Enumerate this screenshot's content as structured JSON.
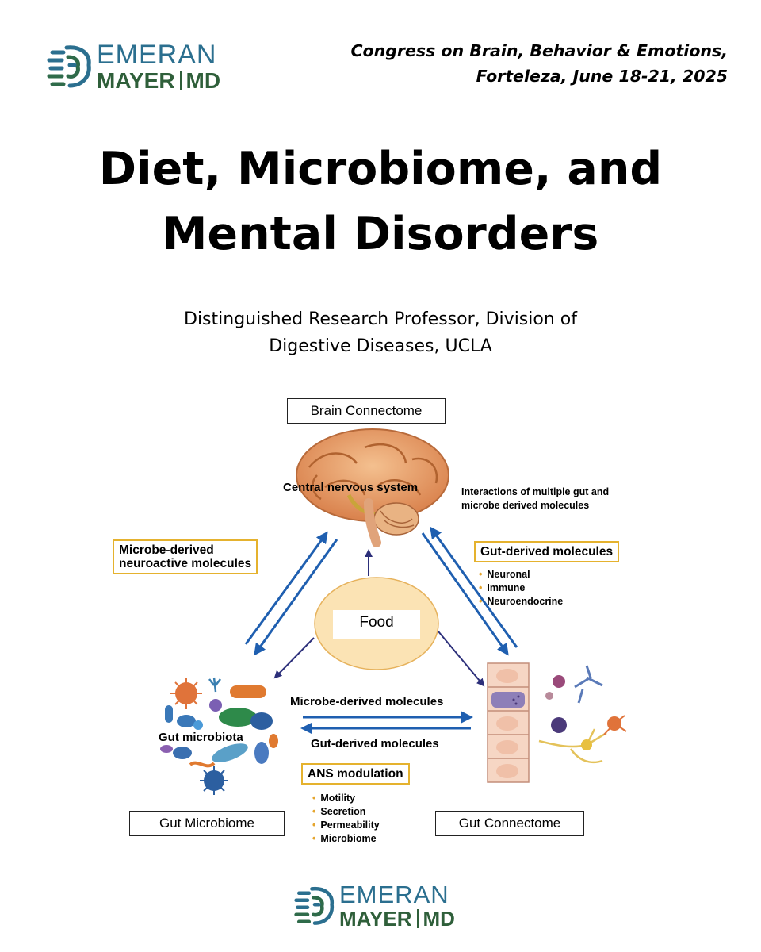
{
  "logo": {
    "line1": "EMERAN",
    "line2_a": "MAYER",
    "line2_b": "MD",
    "icon": "brain-gut-icon"
  },
  "congress": {
    "line1": "Congress on Brain, Behavior & Emotions,",
    "line2": "Forteleza, June 18-21, 2025"
  },
  "title": {
    "line1": "Diet, Microbiome, and",
    "line2": "Mental Disorders"
  },
  "subtitle": {
    "line1": "Distinguished Research Professor, Division of",
    "line2": "Digestive Diseases, UCLA"
  },
  "diagram": {
    "brain_connectome": "Brain Connectome",
    "cns": "Central nervous system",
    "interactions_line1": "Interactions of multiple gut and",
    "interactions_line2": "microbe derived molecules",
    "microbe_neuro_line1": "Microbe-derived",
    "microbe_neuro_line2": "neuroactive molecules",
    "gut_derived_title": "Gut-derived molecules",
    "gut_derived_items": [
      "Neuronal",
      "Immune",
      "Neuroendocrine"
    ],
    "food": "Food",
    "microbe_molecules": "Microbe-derived molecules",
    "gut_molecules": "Gut-derived molecules",
    "gut_microbiota": "Gut microbiota",
    "ans_title": "ANS modulation",
    "ans_items": [
      "Motility",
      "Secretion",
      "Permeability",
      "Microbiome"
    ],
    "gut_microbiome": "Gut Microbiome",
    "gut_connectome": "Gut Connectome",
    "colors": {
      "arrow": "#1f5fb0",
      "dark_arrow": "#2c2f7a",
      "food_fill": "#fbe3b4",
      "yellow_border": "#e5b22e",
      "brain": "#e8a070"
    }
  }
}
